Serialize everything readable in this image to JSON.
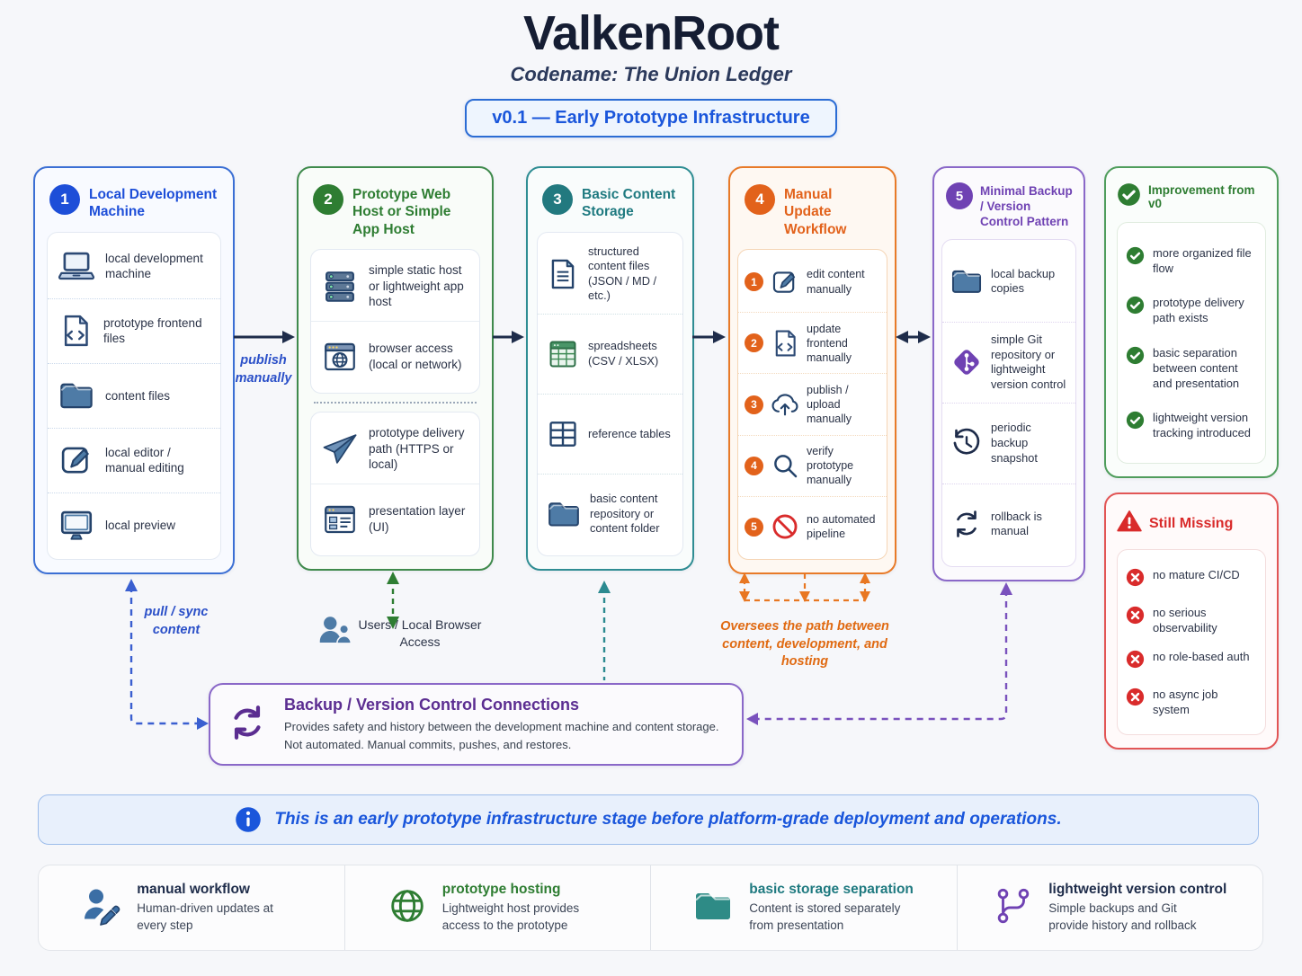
{
  "header": {
    "title": "ValkenRoot",
    "subtitle": "Codename: The Union Ledger",
    "version_badge": "v0.1 — Early Prototype Infrastructure"
  },
  "columns": [
    {
      "number": "1",
      "title": "Local Development Machine",
      "accent": "#1d4ed8",
      "items": [
        {
          "icon": "laptop-icon",
          "label": "local development machine"
        },
        {
          "icon": "code-file-icon",
          "label": "prototype frontend files"
        },
        {
          "icon": "folder-icon",
          "label": "content files"
        },
        {
          "icon": "edit-icon",
          "label": "local editor / manual editing"
        },
        {
          "icon": "monitor-icon",
          "label": "local preview"
        }
      ]
    },
    {
      "number": "2",
      "title": "Prototype Web Host or Simple App Host",
      "accent": "#2e7d32",
      "items": [
        {
          "icon": "server-icon",
          "label": "simple static host or lightweight app host"
        },
        {
          "icon": "browser-globe-icon",
          "label": "browser access (local or network)"
        },
        {
          "icon": "paper-plane-icon",
          "label": "prototype delivery path (HTTPS or local)"
        },
        {
          "icon": "layout-icon",
          "label": "presentation layer (UI)"
        }
      ]
    },
    {
      "number": "3",
      "title": "Basic Content Storage",
      "accent": "#1f7a80",
      "items": [
        {
          "icon": "document-icon",
          "label": "structured content files (JSON / MD / etc.)"
        },
        {
          "icon": "spreadsheet-icon",
          "label": "spreadsheets (CSV / XLSX)"
        },
        {
          "icon": "table-icon",
          "label": "reference tables"
        },
        {
          "icon": "folder-icon",
          "label": "basic content repository or content folder"
        }
      ]
    },
    {
      "number": "4",
      "title": "Manual Update Workflow",
      "accent": "#e2621b",
      "steps": [
        {
          "num": "1",
          "icon": "edit-icon",
          "label": "edit content manually"
        },
        {
          "num": "2",
          "icon": "code-file-icon",
          "label": "update frontend manually"
        },
        {
          "num": "3",
          "icon": "cloud-upload-icon",
          "label": "publish / upload manually"
        },
        {
          "num": "4",
          "icon": "search-icon",
          "label": "verify prototype manually"
        },
        {
          "num": "5",
          "icon": "no-symbol-icon",
          "label": "no automated pipeline"
        }
      ],
      "caption": "Oversees the path between content, development, and hosting"
    },
    {
      "number": "5",
      "title": "Minimal Backup / Version Control Pattern",
      "accent": "#6f42b3",
      "items": [
        {
          "icon": "folder-icon",
          "label": "local backup copies"
        },
        {
          "icon": "git-icon",
          "label": "simple Git repository or lightweight version control"
        },
        {
          "icon": "history-icon",
          "label": "periodic backup snapshot"
        },
        {
          "icon": "rollback-icon",
          "label": "rollback is manual"
        }
      ]
    }
  ],
  "improvements": {
    "title": "Improvement from v0",
    "accent": "#2e7d32",
    "items": [
      "more organized file flow",
      "prototype delivery path exists",
      "basic separation between content and presentation",
      "lightweight version tracking introduced"
    ]
  },
  "still_missing": {
    "title": "Still Missing",
    "accent": "#d92b2b",
    "items": [
      "no mature CI/CD",
      "no serious observability",
      "no role-based auth",
      "no async job system"
    ]
  },
  "connectors": {
    "publish_manually": "publish manually",
    "pull_sync": "pull / sync content",
    "users_access": "Users / Local Browser Access"
  },
  "backup_box": {
    "title": "Backup / Version Control Connections",
    "line1": "Provides safety and history between the development machine and content storage.",
    "line2": "Not automated. Manual commits, pushes, and restores."
  },
  "info_banner": {
    "text": "This is an early prototype infrastructure stage before platform-grade deployment and operations."
  },
  "footer": [
    {
      "icon": "person-edit-icon",
      "title": "manual workflow",
      "desc": "Human-driven updates at every step",
      "accent": "#1e2c4a"
    },
    {
      "icon": "globe-icon",
      "title": "prototype hosting",
      "desc": "Lightweight host provides access to the prototype",
      "accent": "#2e7d32"
    },
    {
      "icon": "folder-teal-icon",
      "title": "basic storage separation",
      "desc": "Content is stored separately from presentation",
      "accent": "#1f7a80"
    },
    {
      "icon": "git-branch-icon",
      "title": "lightweight version control",
      "desc": "Simple backups and Git provide history and rollback",
      "accent": "#1e2c4a"
    }
  ]
}
